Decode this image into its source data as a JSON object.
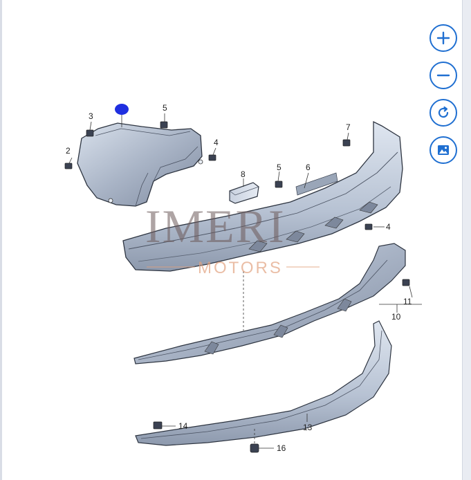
{
  "callouts": [
    "2",
    "3",
    "5",
    "4",
    "7",
    "8",
    "5",
    "6",
    "4",
    "11",
    "10",
    "13",
    "14",
    "16"
  ],
  "watermark": {
    "main": "IMERI",
    "sub": "MOTORS"
  },
  "controls": {
    "zoom_in": "plus-icon",
    "zoom_out": "minus-icon",
    "rotate": "rotate-icon",
    "image": "image-icon"
  },
  "colors": {
    "accent": "#1f6fd1",
    "marker": "#1f2fe0"
  }
}
